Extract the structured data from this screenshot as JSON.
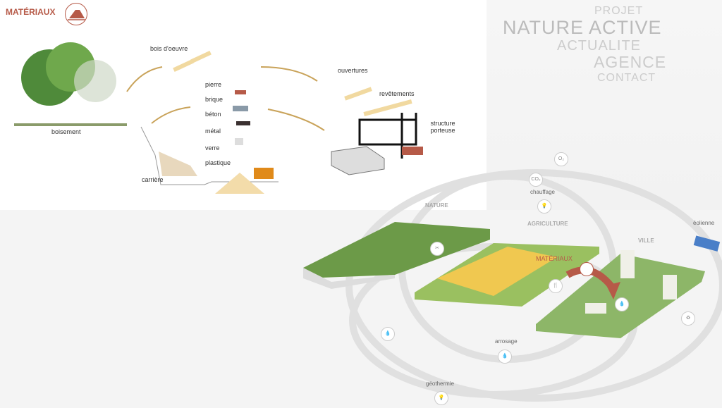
{
  "section_title": "MATÉRIAUX",
  "nav": {
    "projet": "PROJET",
    "site_title": "NATURE ACTIVE",
    "actualite": "ACTUALITE",
    "agence": "AGENCE",
    "contact": "CONTACT"
  },
  "materials": {
    "bois": "bois d'oeuvre",
    "pierre": "pierre",
    "brique": "brique",
    "beton": "béton",
    "metal": "métal",
    "verre": "verre",
    "plastique": "plastique",
    "ouvertures": "ouvertures",
    "revetements": "revêtements",
    "structure": "structure\nporteuse",
    "boisement": "boisement",
    "carriere": "carrière"
  },
  "diagram": {
    "nature": "NATURE",
    "agriculture": "AGRICULTURE",
    "ville": "VILLE",
    "eolienne": "éolienne",
    "chauffage": "chauffage",
    "arrosage": "arrosage",
    "geothermie": "géothermie",
    "o2": "O₂",
    "co2": "CO₂",
    "hover": "MATÉRIAUX"
  },
  "colors": {
    "accent": "#b65a48"
  }
}
